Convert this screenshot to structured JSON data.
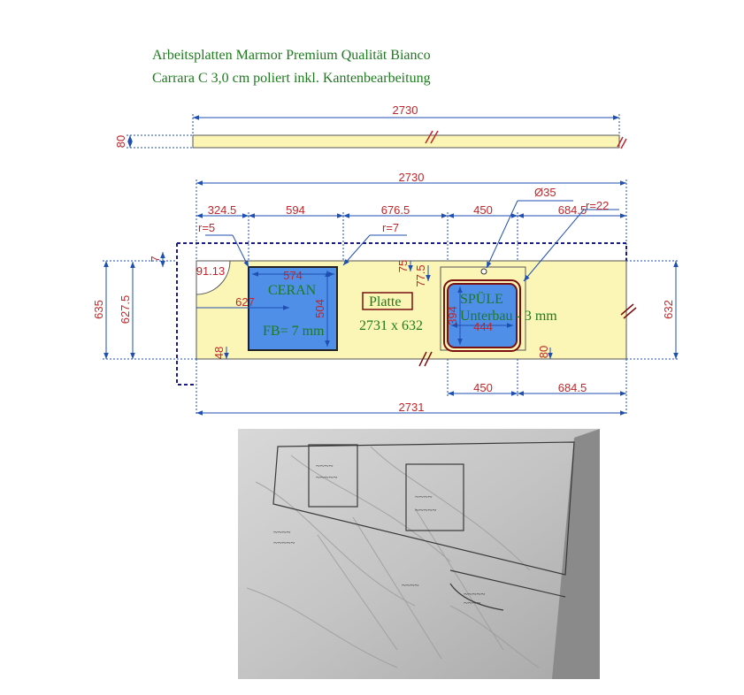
{
  "title": {
    "line1": "Arbeitsplatten Marmor Premium Qualität Bianco",
    "line2": "Carrara C 3,0 cm poliert inkl. Kantenbearbeitung"
  },
  "side_view": {
    "length": "2730",
    "thickness": "80"
  },
  "top_view": {
    "overall_top": "2730",
    "overall_bottom": "2731",
    "segments_top": [
      "324.5",
      "594",
      "676.5",
      "450",
      "684.5"
    ],
    "segments_bottom": [
      "450",
      "684.5"
    ],
    "depth_left_outer": "635",
    "depth_left_inner": "627.5",
    "depth_right": "632",
    "offset_top": "7",
    "offset_bottom": "48",
    "corner_radius_label": "91.13",
    "cooktop": {
      "name": "CERAN",
      "width": "574",
      "height": "504",
      "offset": "627",
      "radius": "r=5",
      "fb": "FB= 7 mm"
    },
    "plate_label": "Platte",
    "plate_size": "2731 x 632",
    "plate_radius": "r=7",
    "sink": {
      "name": "SPÜLE",
      "mount": "Unterbau - 3 mm",
      "width": "444",
      "height": "394",
      "radius": "r=22",
      "hole": "Ø35",
      "offset_top_a": "75",
      "offset_top_b": "77.5",
      "offset_bottom": "80"
    }
  },
  "colors": {
    "dimension_text": "#c0262a",
    "dimension_line": "#1f4fb0",
    "label_text": "#1f7a1f",
    "worktop_fill": "#fbf6b6",
    "cutout_fill": "#4f8fe8"
  },
  "photo": {
    "description_icon": "marble-slab-photo"
  }
}
